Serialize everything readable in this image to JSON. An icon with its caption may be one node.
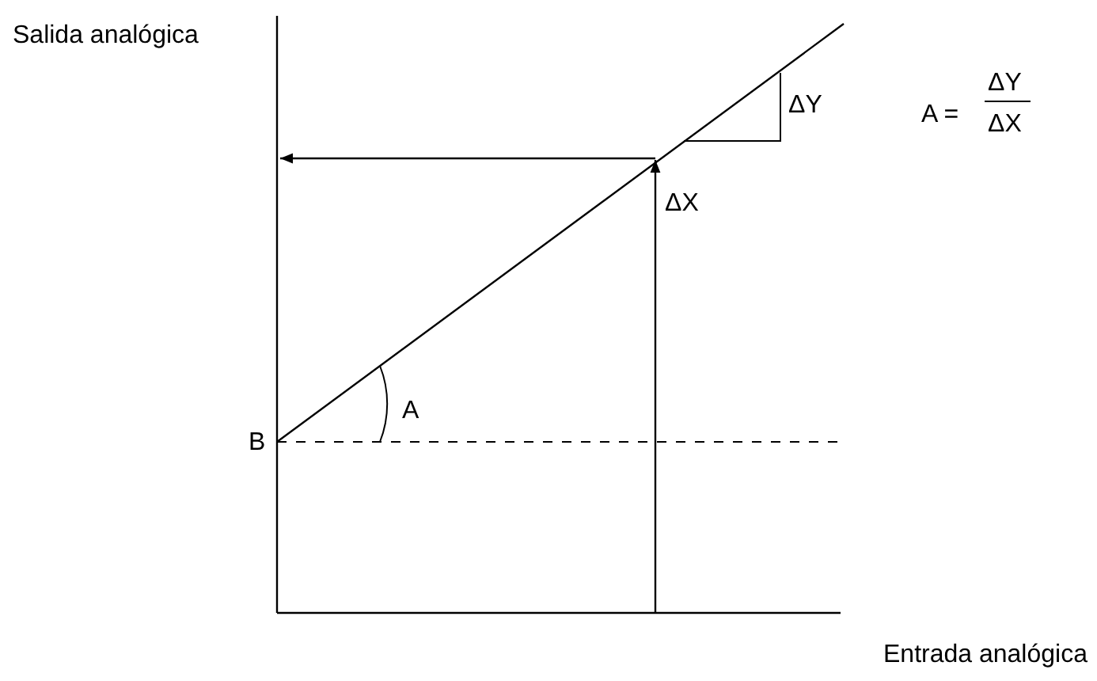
{
  "diagram": {
    "labels": [
      "Salida analógica",
      "ΔY",
      "A =",
      "ΔY",
      "ΔX",
      "ΔX",
      "A",
      "B",
      "Entrada analógica"
    ]
  }
}
